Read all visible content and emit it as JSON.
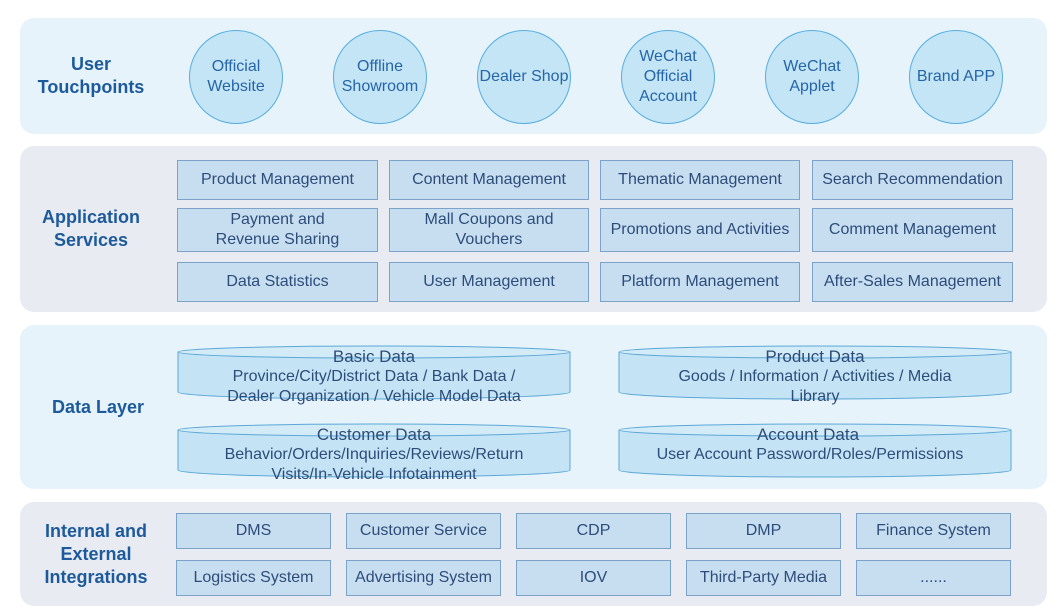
{
  "colors": {
    "label": "#1d5a9c",
    "circle_fill": "#c4e5f5",
    "circle_border": "#57ade0",
    "box_fill": "#c7def0",
    "box_border": "#7ba2c9",
    "text": "#2d4c7a"
  },
  "touchpoints": {
    "label": "User Touchpoints",
    "items": [
      "Official Website",
      "Offline Showroom",
      "Dealer Shop",
      "WeChat Official Account",
      "WeChat Applet",
      "Brand APP"
    ]
  },
  "services": {
    "label": "Application Services",
    "items": [
      "Product Management",
      "Content Management",
      "Thematic Management",
      "Search Recommendation",
      "Payment and Revenue Sharing",
      "Mall Coupons and Vouchers",
      "Promotions and Activities",
      "Comment Management",
      "Data Statistics",
      "User Management",
      "Platform Management",
      "After-Sales Management"
    ]
  },
  "data_layer": {
    "label": "Data Layer",
    "stores": [
      {
        "title": "Basic Data",
        "body": "Province/City/District Data / Bank Data / Dealer Organization / Vehicle Model Data"
      },
      {
        "title": "Product Data",
        "body": "Goods / Information / Activities / Media Library"
      },
      {
        "title": "Customer Data",
        "body": "Behavior/Orders/Inquiries/Reviews/Return Visits/In-Vehicle Infotainment"
      },
      {
        "title": "Account Data",
        "body": "User Account Password/Roles/Permissions"
      }
    ]
  },
  "integrations": {
    "label": "Internal and External Integrations",
    "items": [
      "DMS",
      "Customer Service",
      "CDP",
      "DMP",
      "Finance System",
      "Logistics System",
      "Advertising System",
      "IOV",
      "Third-Party Media",
      "......"
    ]
  }
}
